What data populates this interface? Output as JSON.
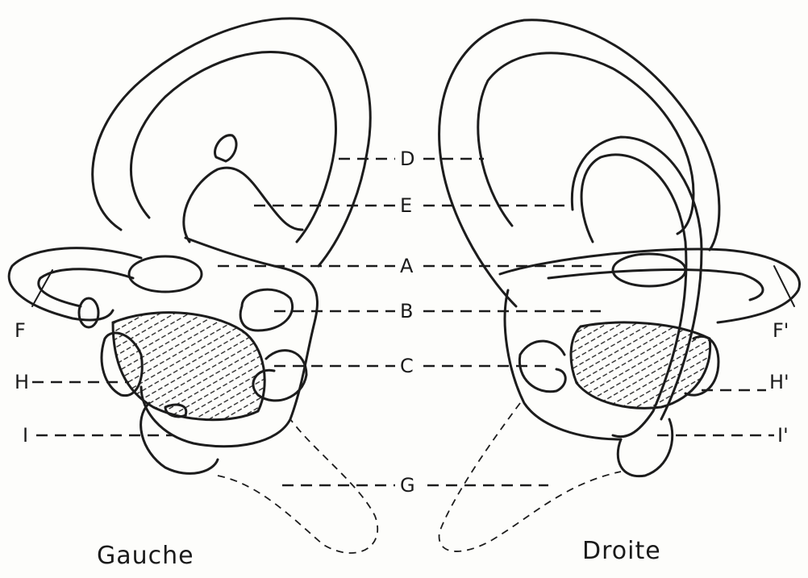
{
  "labels": {
    "A": "A",
    "B": "B",
    "C": "C",
    "D": "D",
    "E": "E",
    "F": "F",
    "G": "G",
    "H": "H",
    "I": "I",
    "F_prime": "F'",
    "H_prime": "H'",
    "I_prime": "I'"
  },
  "captions": {
    "left": "Gauche",
    "right": "Droite"
  },
  "colors": {
    "ink": "#1c1c1c",
    "paper": "#fdfdfb"
  }
}
